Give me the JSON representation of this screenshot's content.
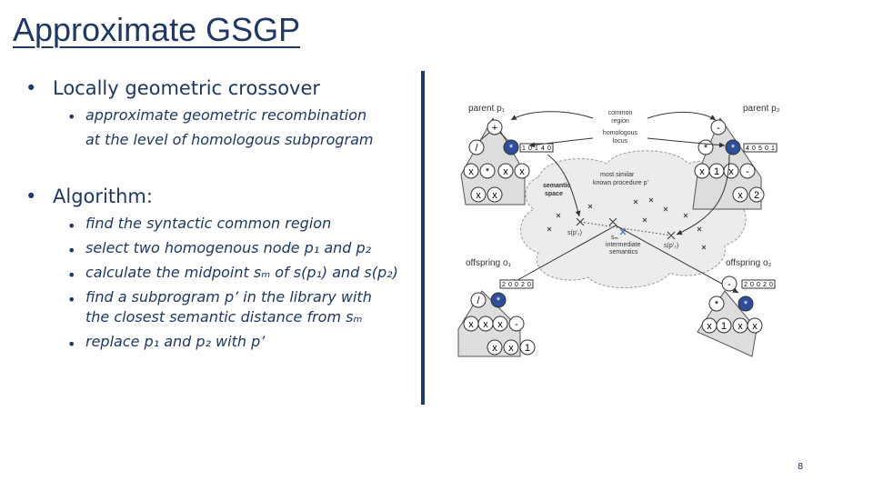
{
  "slide": {
    "title": "Approximate GSGP",
    "page_number": "8",
    "bullets": {
      "b1": "Locally geometric crossover",
      "b1_sub": [
        "approximate geometric recombination",
        "at the level of homologous subprogram"
      ],
      "b2": "Algorithm:",
      "steps": [
        "find the syntactic common region",
        "select two homogenous node p₁ and p₂",
        "calculate the midpoint sₘ of s(p₁) and s(p₂)",
        "find a subprogram p’ in the library with",
        "the closest semantic distance from sₘ"
      ],
      "last_step": "replace p₁ and p₂ with p’"
    }
  },
  "diagram": {
    "parent1": "parent p₁",
    "parent2": "parent p₂",
    "common_region": [
      "common",
      "region"
    ],
    "homologous_locus": [
      "homologous",
      "locus"
    ],
    "most_similar": [
      "most similar",
      "known procedure p’"
    ],
    "semantic_space": [
      "semantic",
      "space"
    ],
    "sp1": "s(p’₁)",
    "sp2": "s(p’₂)",
    "sm": "sₘ",
    "intermediate": [
      "intermediate",
      "semantics"
    ],
    "offspring1": "offspring o₁",
    "offspring2": "offspring o₂",
    "vec_p1": [
      "1",
      "0",
      "1",
      "4",
      "0"
    ],
    "vec_p2": [
      "4",
      "0",
      "5",
      "0",
      "1"
    ],
    "vec_o": [
      "2",
      "0",
      "0",
      "2",
      "0"
    ],
    "node_labels": {
      "plus": "+",
      "minus": "-",
      "div": "/",
      "star": "*",
      "x": "x",
      "one": "1",
      "two": "2"
    }
  }
}
